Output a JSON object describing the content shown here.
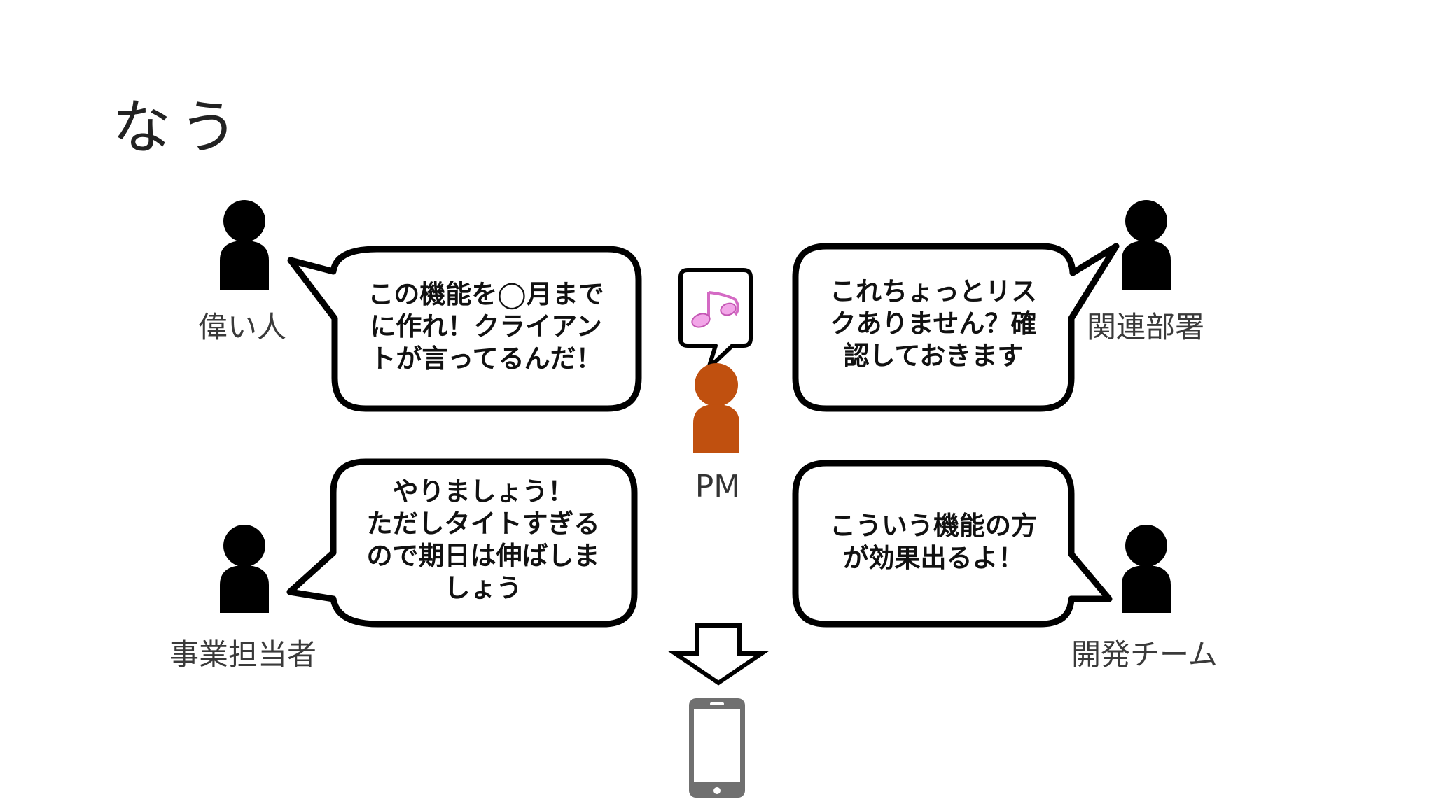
{
  "slide": {
    "title": "なう"
  },
  "people": {
    "boss": {
      "label": "偉い人",
      "color": "#000000"
    },
    "related_dept": {
      "label": "関連部署",
      "color": "#000000"
    },
    "business": {
      "label": "事業担当者",
      "color": "#000000"
    },
    "dev_team": {
      "label": "開発チーム",
      "color": "#000000"
    },
    "pm": {
      "label": "PM",
      "color": "#c0500f"
    }
  },
  "bubbles": {
    "boss": "この機能を◯月まで\nに作れ！クライアン\nトが言ってるんだ！",
    "related_dept": "これちょっとリス\nクありません？確\n認しておきます",
    "business": "やりましょう！\nただしタイトすぎる\nので期日は伸ばしま\nしょう",
    "dev_team": "こういう機能の方\nが効果出るよ！"
  },
  "icons": {
    "pm_thought": "music-note-icon",
    "down_arrow": "down-arrow-icon",
    "device": "smartphone-icon"
  },
  "colors": {
    "pm": "#c0500f",
    "music_note": "#f2a6e8",
    "phone": "#707070"
  }
}
